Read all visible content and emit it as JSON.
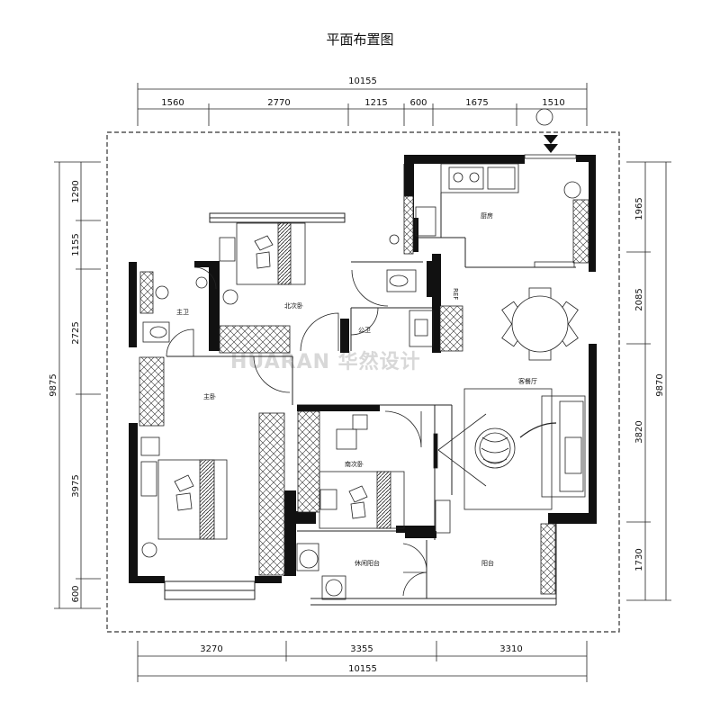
{
  "title": "平面布置图",
  "dimensions": {
    "top_total": "10155",
    "top_segments": [
      "1560",
      "2770",
      "1215",
      "600",
      "1675",
      "1510"
    ],
    "bottom_total": "10155",
    "bottom_segments": [
      "3270",
      "3355",
      "3310"
    ],
    "left_total": "9875",
    "left_segments": [
      "1290",
      "1155",
      "2725",
      "3975",
      "600"
    ],
    "right_total": "9870",
    "right_segments": [
      "1965",
      "2085",
      "3820",
      "1730"
    ]
  },
  "rooms": {
    "kitchen": "厨房",
    "north_bedroom": "北次卧",
    "master_bath": "主卫",
    "public_bath": "公卫",
    "master_bedroom": "主卧",
    "south_bedroom": "南次卧",
    "living_dining": "客餐厅",
    "leisure_balcony": "休闲阳台",
    "balcony": "阳台"
  },
  "fridge_label": "REF",
  "watermark": "HUARAN 华然设计",
  "colors": {
    "wall": "#111111",
    "line": "#222222",
    "dashed_boundary": "#333333"
  }
}
